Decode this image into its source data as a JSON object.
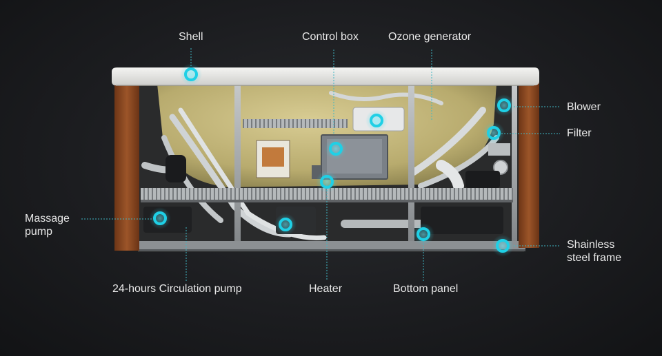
{
  "labels": {
    "shell": "Shell",
    "control_box": "Control box",
    "ozone_generator": "Ozone generator",
    "blower": "Blower",
    "filter": "Filter",
    "massage_pump": [
      "Massage",
      "pump"
    ],
    "stainless_frame": [
      "Shainless",
      "steel frame"
    ],
    "circulation_pump": "24-hours Circulation pump",
    "heater": "Heater",
    "bottom_panel": "Bottom panel"
  },
  "colors": {
    "background": "#1c1d20",
    "marker": "#1fd0e6",
    "leader_line": "#3fb7c4",
    "label_text": "#e8e8e8",
    "wood_panel": "#8a4a26",
    "shell_white": "#e9e9e7",
    "insulation_foam": "#cbbf86",
    "metal_frame": "#a9adb0"
  },
  "icons": {
    "marker": "hotspot-ring-icon"
  }
}
